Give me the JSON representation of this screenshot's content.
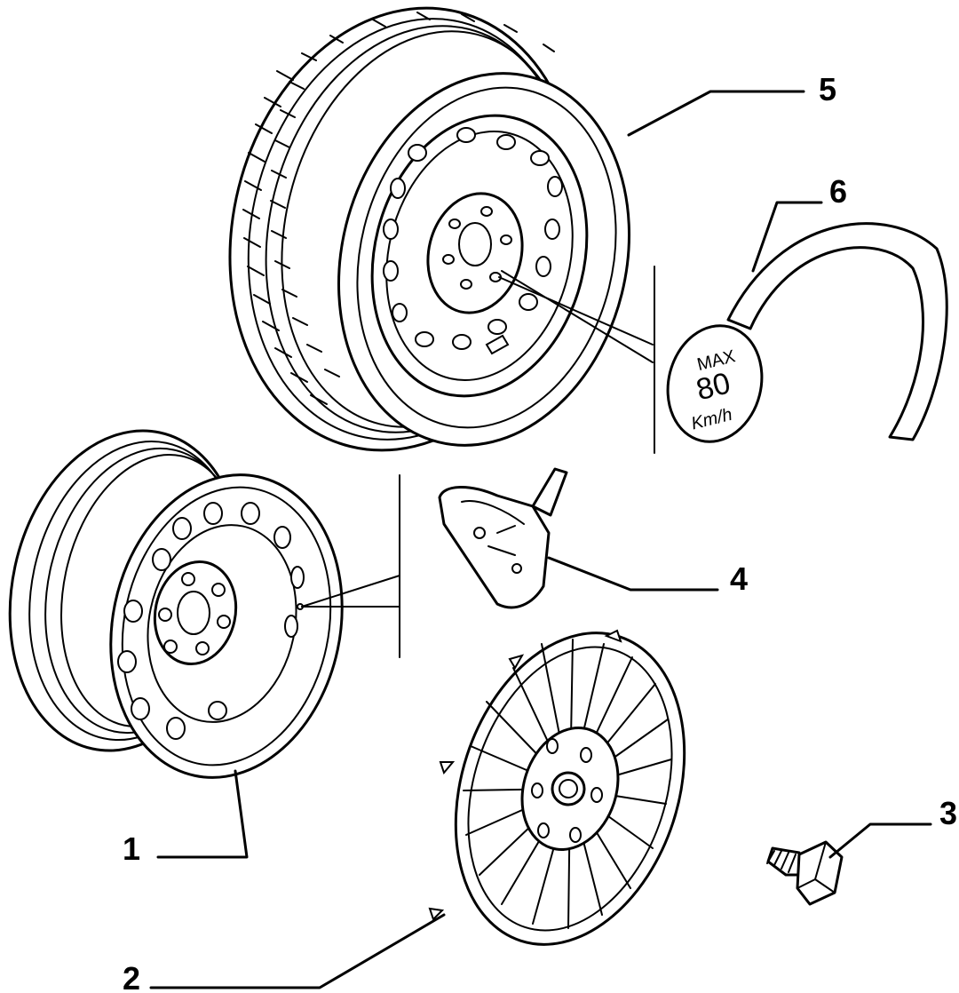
{
  "parts": [
    {
      "number": "1",
      "component": "steel-rim"
    },
    {
      "number": "2",
      "component": "wheel-cover"
    },
    {
      "number": "3",
      "component": "wheel-bolt"
    },
    {
      "number": "4",
      "component": "tyre-pressure-sensor"
    },
    {
      "number": "5",
      "component": "spare-wheel"
    },
    {
      "number": "6",
      "component": "speed-limit-label"
    }
  ],
  "label_text": {
    "line1": "MAX",
    "line2": "80",
    "line3": "Km/h"
  }
}
